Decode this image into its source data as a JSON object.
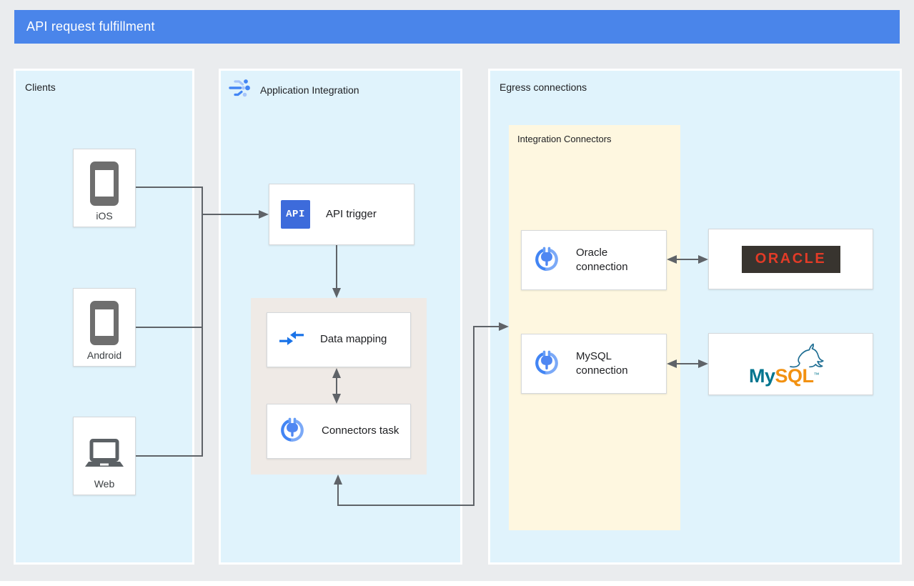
{
  "header": {
    "title": "API request fulfillment"
  },
  "clients": {
    "title": "Clients",
    "items": [
      {
        "id": "ios",
        "label": "iOS",
        "icon": "smartphone-icon"
      },
      {
        "id": "android",
        "label": "Android",
        "icon": "smartphone-icon"
      },
      {
        "id": "web",
        "label": "Web",
        "icon": "laptop-icon"
      }
    ]
  },
  "application_integration": {
    "title": "Application Integration",
    "api_trigger": {
      "icon_text": "API",
      "label": "API trigger"
    },
    "data_mapping": {
      "label": "Data mapping"
    },
    "connectors_task": {
      "label": "Connectors task"
    }
  },
  "egress": {
    "title": "Egress connections",
    "integration_connectors": {
      "title": "Integration Connectors",
      "oracle_connection": {
        "label": "Oracle connection"
      },
      "mysql_connection": {
        "label": "MySQL connection"
      }
    },
    "oracle_logo": {
      "text": "ORACLE"
    },
    "mysql_logo": {
      "my": "My",
      "sql": "SQL",
      "tm": "™"
    }
  },
  "colors": {
    "header_bg": "#4A85EA",
    "panel_bg": "#E0F3FC",
    "integration_connectors_bg": "#FEF7E0",
    "task_group_bg": "#EFEAE6",
    "connector_line": "#5F6368",
    "google_blue": "#4285F4",
    "api_chip_bg": "#3D6BDB",
    "oracle_badge_bg": "#38342F",
    "oracle_red": "#E23B27",
    "mysql_teal": "#00758F",
    "mysql_orange": "#F29111",
    "device_icon_gray": "#6E6E6E"
  }
}
